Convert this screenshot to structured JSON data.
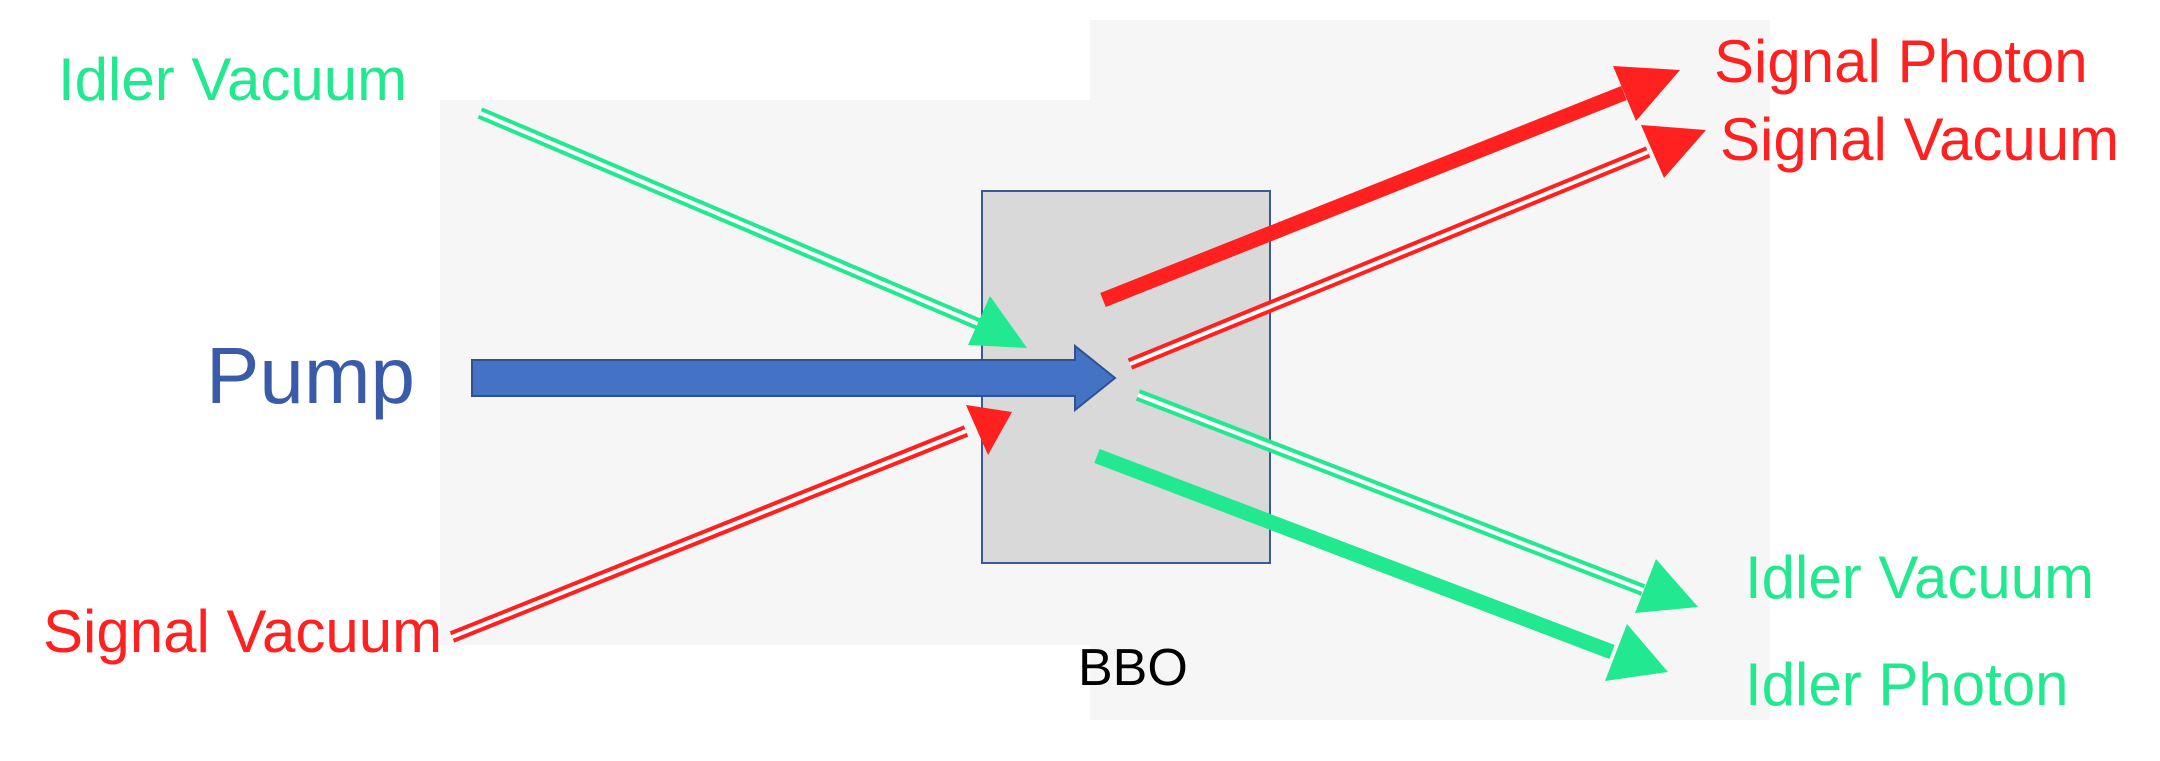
{
  "labels": {
    "idler_vacuum_in": "Idler Vacuum",
    "pump": "Pump",
    "signal_vacuum_in": "Signal Vacuum",
    "signal_photon_out": "Signal Photon",
    "signal_vacuum_out": "Signal Vacuum",
    "idler_vacuum_out": "Idler Vacuum",
    "idler_photon_out": "Idler Photon",
    "crystal": "BBO"
  },
  "colors": {
    "idler": "#22e890",
    "signal": "#ff2020",
    "pump": "#4472c4",
    "pump_text": "#3a5ba8",
    "crystal_fill": "#d9d9d9",
    "crystal_border": "#3b5998"
  }
}
